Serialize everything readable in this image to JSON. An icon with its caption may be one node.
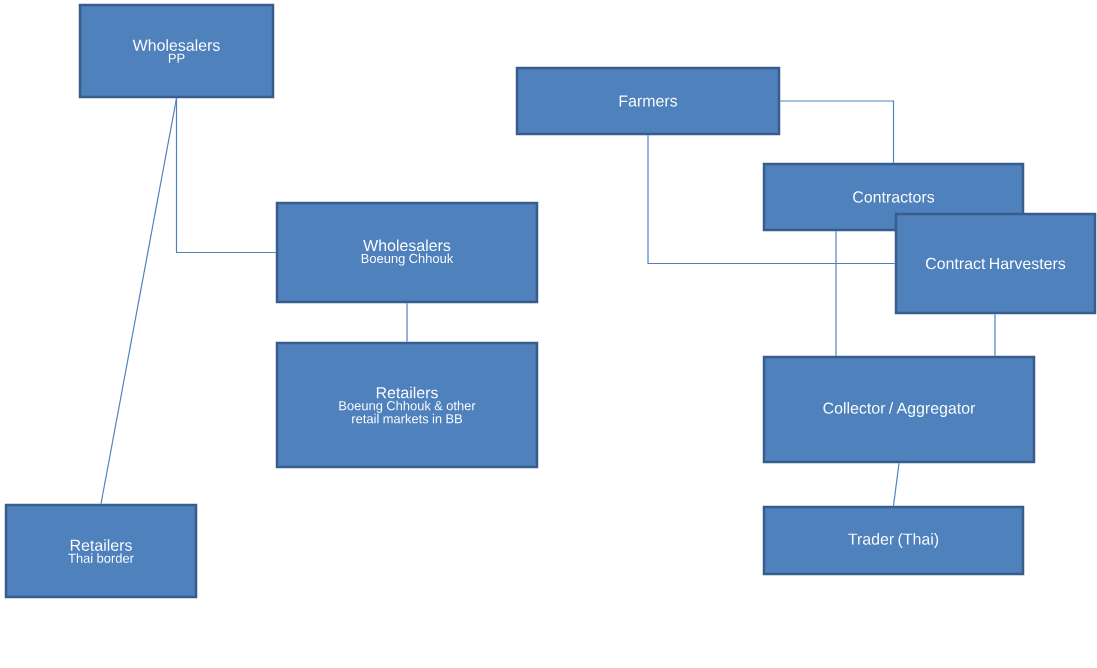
{
  "diagram": {
    "nodes": [
      {
        "text": [
          "Wholesalers",
          "PP"
        ]
      },
      {
        "text": [
          "Wholesalers",
          "Boeung Chhouk"
        ]
      },
      {
        "text": [
          "Retailers",
          "Boeung Chhouk & other retail markets in BB"
        ]
      },
      {
        "text": [
          "Retailers",
          "Thai border"
        ]
      },
      {
        "text": [
          "Farmers"
        ]
      },
      {
        "text": [
          "Contractors"
        ]
      },
      {
        "text": [
          "Contract Harvesters"
        ]
      },
      {
        "text": [
          "Collector / Aggregator"
        ]
      },
      {
        "text": [
          "Trader (Thai)"
        ]
      }
    ],
    "edges": [
      {
        "from": 0,
        "to": 1,
        "arrow": "none"
      },
      {
        "from": 0,
        "to": 3,
        "arrow": "none"
      },
      {
        "from": 1,
        "to": 2,
        "arrow": "none"
      },
      {
        "from": 4,
        "to": 5,
        "arrow": "none"
      },
      {
        "from": 4,
        "to": 6,
        "arrow": "none"
      },
      {
        "from": 5,
        "to": 7,
        "arrow": "none"
      },
      {
        "from": 6,
        "to": 7,
        "arrow": "none"
      },
      {
        "from": 7,
        "to": 8,
        "arrow": "none"
      }
    ]
  }
}
